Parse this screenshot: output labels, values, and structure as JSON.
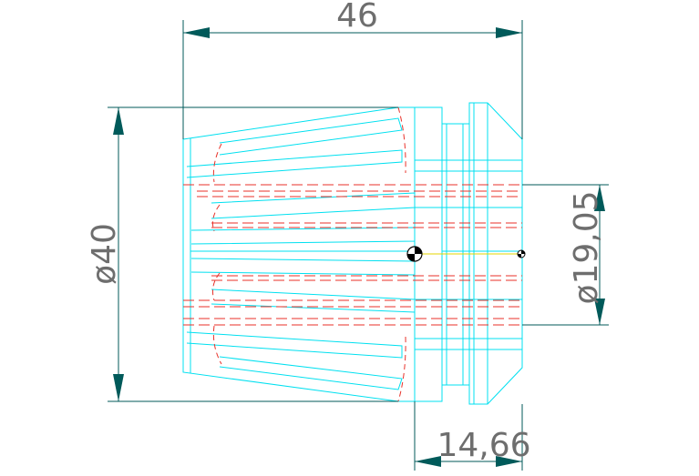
{
  "drawing": {
    "dimensions": {
      "overall_length": "46",
      "outer_diameter": "ø40",
      "bore_diameter": "ø19,05",
      "nose_length": "14,66"
    },
    "colors": {
      "background": "#ffffff",
      "geometry": "#00e0f0",
      "hidden": "#e8322a",
      "dimension": "#005a5a",
      "text": "#6e6e6e",
      "center_link": "#e6d600"
    }
  }
}
